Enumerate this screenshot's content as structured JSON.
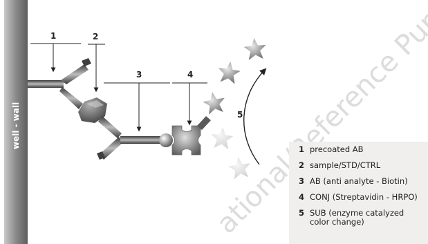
{
  "wall_label": "well - wall",
  "step_numbers": [
    "1",
    "2",
    "3",
    "4",
    "5"
  ],
  "legend": [
    {
      "num": "1",
      "text": "precoated AB"
    },
    {
      "num": "2",
      "text": "sample/STD/CTRL"
    },
    {
      "num": "3",
      "text": "AB (anti analyte - Biotin)"
    },
    {
      "num": "4",
      "text": "CONJ (Streptavidin - HRPO)"
    },
    {
      "num": "5",
      "text": "SUB (enzyme catalyzed\ncolor change)"
    }
  ],
  "watermark": "ational/Reference Purpo"
}
